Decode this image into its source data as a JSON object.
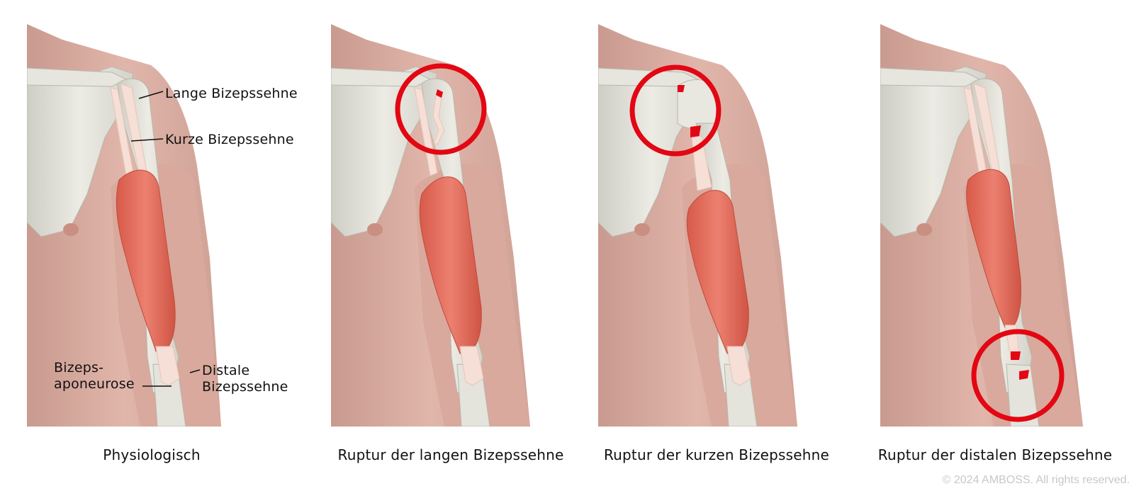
{
  "annotations": {
    "long_tendon": "Lange Bizepssehne",
    "short_tendon": "Kurze Bizepssehne",
    "aponeurosis_line1": "Bizeps-",
    "aponeurosis_line2": "aponeurose",
    "distal_tendon_line1": "Distale",
    "distal_tendon_line2": "Bizepssehne"
  },
  "panels": [
    {
      "caption": "Physiologisch"
    },
    {
      "caption": "Ruptur der langen Bizepssehne"
    },
    {
      "caption": "Ruptur der kurzen Bizepssehne"
    },
    {
      "caption": "Ruptur der distalen Bizepssehne"
    }
  ],
  "copyright": "© 2024 AMBOSS. All rights reserved.",
  "colors": {
    "skin": "#dcaea2",
    "skin_shadow": "#c99a8f",
    "bone": "#e3e2da",
    "muscle": "#e36f5e",
    "tendon": "#f6dfd6",
    "highlight_circle": "#e30613"
  }
}
